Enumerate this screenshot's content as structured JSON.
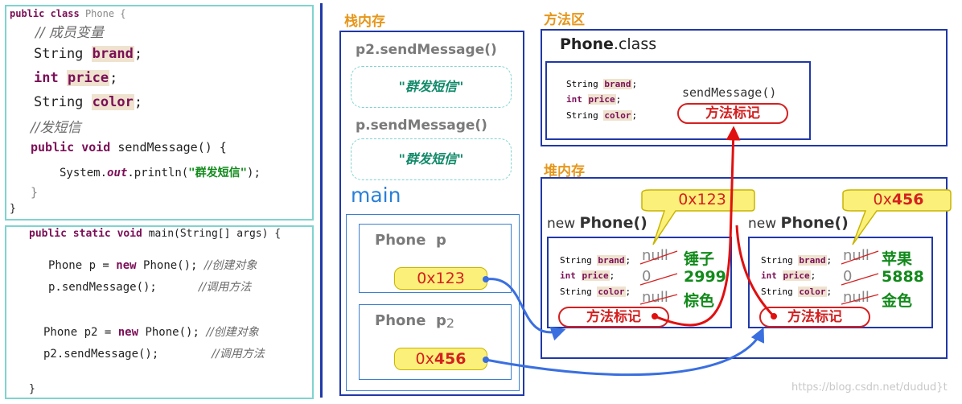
{
  "code_top": {
    "line1_kw": "public class",
    "line1_name": "Phone {",
    "comment_fields": "// 成员变量",
    "f1_type": "String",
    "f1_name": "brand",
    "f2_type": "int",
    "f2_name": "price",
    "f3_type": "String",
    "f3_name": "color",
    "comment_method": "//发短信",
    "m_kw": "public void",
    "m_name": "sendMessage() {",
    "print_pre": "System.",
    "print_out": "out",
    "print_mid": ".println(",
    "print_str": "\"群发短信\"",
    "print_end": ");",
    "close1": "}",
    "close2": "}"
  },
  "code_bottom": {
    "main_kw": "public static void",
    "main_rest": "main(String[] args) {",
    "l1_pre": "Phone p = ",
    "l1_kw": "new",
    "l1_post": "Phone();",
    "l1_cm": "//创建对象",
    "l2": "p.sendMessage();",
    "l2_cm": "//调用方法",
    "l3_pre": "Phone p2 = ",
    "l3_kw": "new",
    "l3_post": "Phone();",
    "l3_cm": "//创建对象",
    "l4": "p2.sendMessage();",
    "l4_cm": "//调用方法",
    "close": "}"
  },
  "stack": {
    "title": "栈内存",
    "call1": "p2.sendMessage()",
    "call1_body": "\"群发短信\"",
    "call2": "p.sendMessage()",
    "call2_body": "\"群发短信\"",
    "main_label": "main",
    "var1_type": "Phone",
    "var1_name": "p",
    "var1_addr": "0x123",
    "var2_type": "Phone",
    "var2_name": "p",
    "var2_sub": "2",
    "var2_addr_pre": "0x",
    "var2_addr_num": "456"
  },
  "method_area": {
    "title": "方法区",
    "class_bold": "Phone",
    "class_rest": ".class",
    "f1_type": "String",
    "f1_name": "brand",
    "f2_type": "int",
    "f2_name": "price",
    "f3_type": "String",
    "f3_name": "color",
    "method_name": "sendMessage()",
    "method_mark": "方法标记"
  },
  "heap": {
    "title": "堆内存",
    "obj1": {
      "callout": "0x123",
      "new_pre": "new",
      "new_bold": "Phone()",
      "f1_type": "String",
      "f1_name": "brand",
      "f1_null": "null",
      "f1_val": "锤子",
      "f2_type": "int",
      "f2_name": "price",
      "f2_null": "0",
      "f2_val": "2999",
      "f3_type": "String",
      "f3_name": "color",
      "f3_null": "null",
      "f3_val": "棕色",
      "mark": "方法标记"
    },
    "obj2": {
      "callout_pre": "0x",
      "callout_num": "456",
      "new_pre": "new",
      "new_bold": "Phone()",
      "f1_type": "String",
      "f1_name": "brand",
      "f1_null": "null",
      "f1_val": "苹果",
      "f2_type": "int",
      "f2_name": "price",
      "f2_null": "0",
      "f2_val": "5888",
      "f3_type": "String",
      "f3_name": "color",
      "f3_null": "null",
      "f3_val": "金色",
      "mark": "方法标记"
    }
  },
  "watermark": "https://blog.csdn.net/dudud}t",
  "colors": {
    "teal": "#7fd3cf",
    "navy": "#2038a8",
    "orange": "#e6961a",
    "red": "#d42020",
    "green": "#118a1a",
    "yellow": "#fbf07a",
    "arrow_blue": "#3a6fe0"
  }
}
